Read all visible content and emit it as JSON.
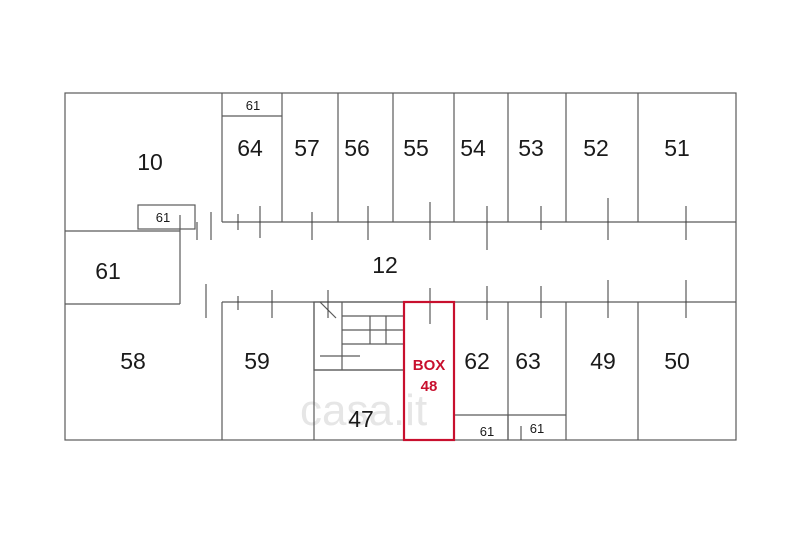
{
  "watermark": "casa.it",
  "rooms": {
    "r10": "10",
    "r64": "64",
    "r57": "57",
    "r56": "56",
    "r55": "55",
    "r54": "54",
    "r53": "53",
    "r52": "52",
    "r51": "51",
    "r61_top": "61",
    "r61_small_left": "61",
    "r61_left": "61",
    "r12": "12",
    "r58": "58",
    "r59": "59",
    "r47": "47",
    "r62": "62",
    "r63": "63",
    "r49": "49",
    "r50": "50",
    "r61_bottom_a": "61",
    "r61_bottom_b": "61"
  },
  "highlight": {
    "line1": "BOX",
    "line2": "48",
    "color": "#c8102e"
  },
  "colors": {
    "wall": "#5a5a5a",
    "highlight": "#c8102e"
  }
}
